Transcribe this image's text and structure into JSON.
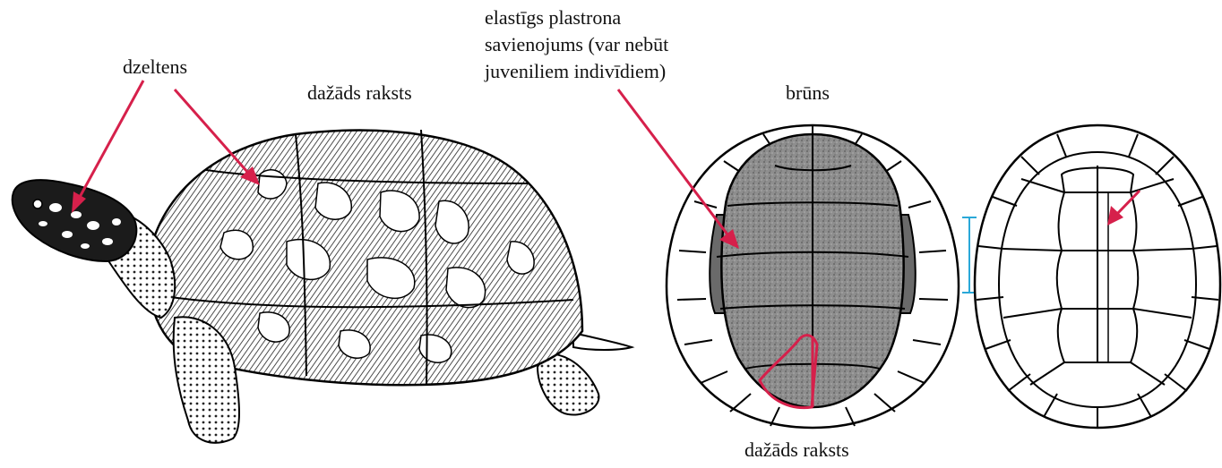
{
  "labels": {
    "yellow": "dzeltens",
    "varied_pattern_top": "dažāds raksts",
    "hinge_line1": "elastīgs plastrona",
    "hinge_line2": "savienojums (var nebūt",
    "hinge_line3": "juveniliem indivīdiem)",
    "brown": "brūns",
    "varied_pattern_bottom": "dažāds raksts"
  },
  "colors": {
    "arrow": "#d6204b",
    "outline": "#000000",
    "plastron_fill": "#8a8a8a",
    "hinge_fill": "#5e5e5e",
    "scale_bar": "#2aa8d8",
    "background": "#ffffff"
  }
}
